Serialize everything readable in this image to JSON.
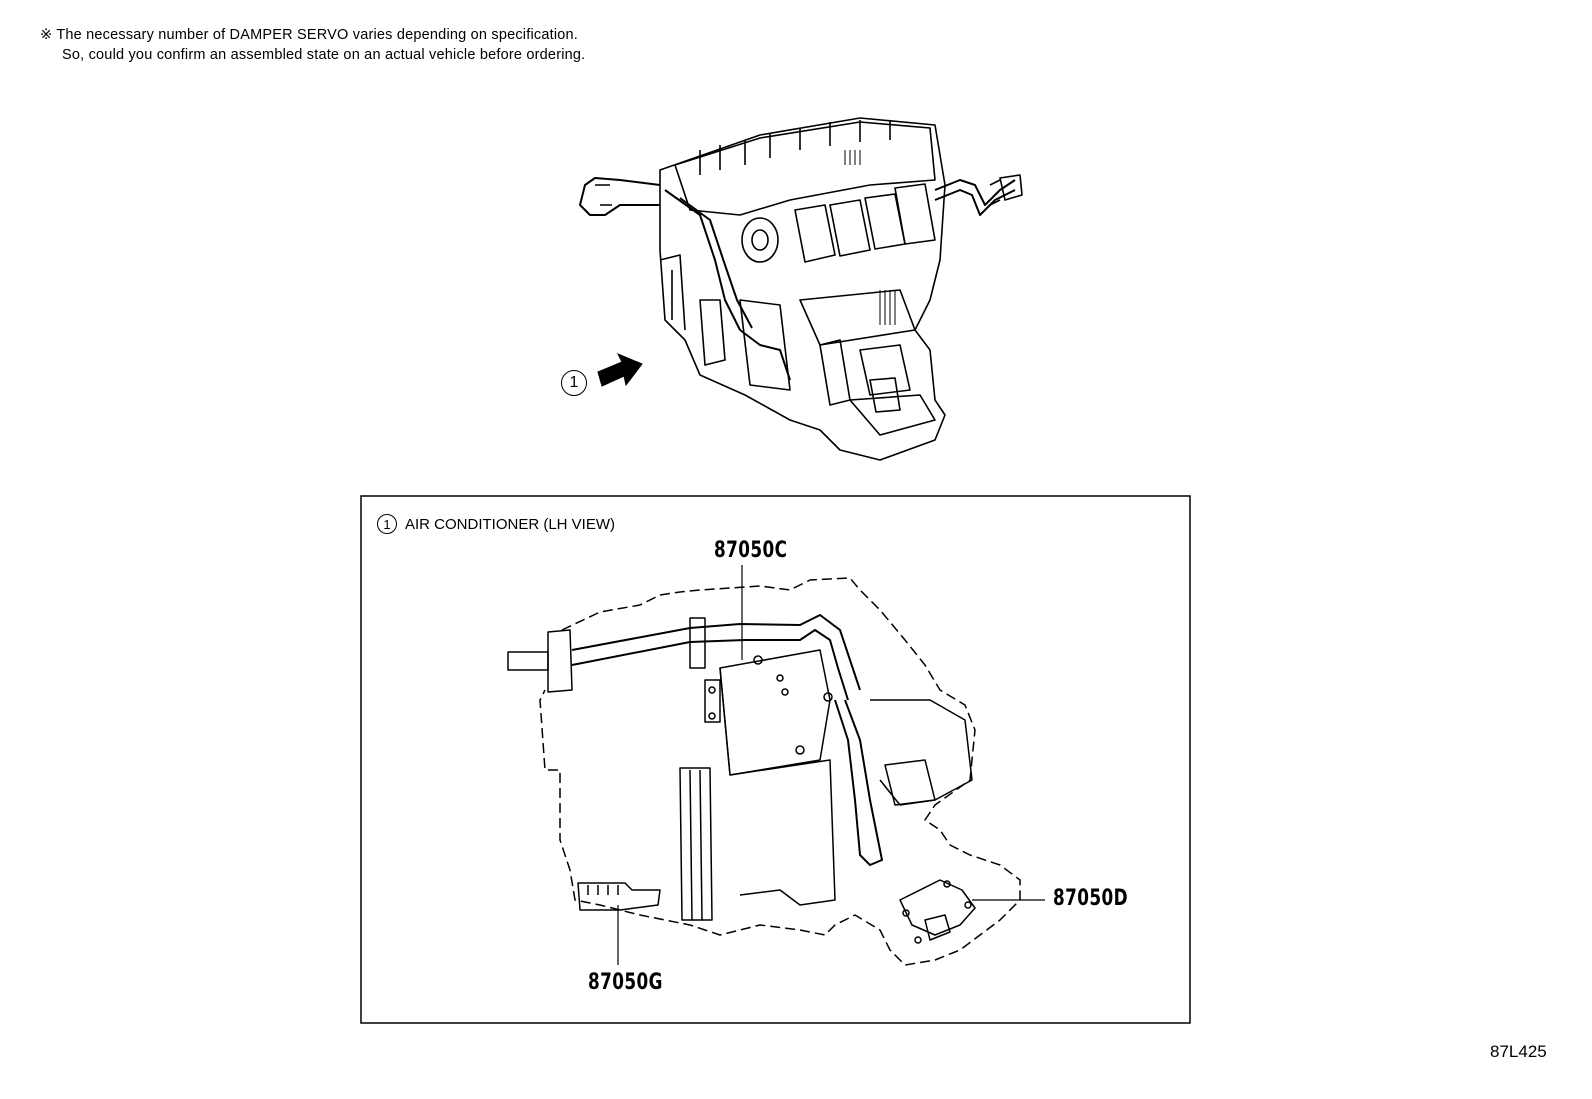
{
  "note": {
    "line1": "※ The necessary number of DAMPER SERVO varies depending on specification.",
    "line2": "So, could you confirm an assembled state on an actual vehicle before ordering."
  },
  "reference_number": "1",
  "inset": {
    "number": "1",
    "title": "AIR CONDITIONER (LH VIEW)"
  },
  "callouts": {
    "top": "87050C",
    "right": "87050D",
    "bottom": "87050G"
  },
  "diagram_code": "87L425",
  "colors": {
    "line": "#000000",
    "background": "#ffffff"
  }
}
